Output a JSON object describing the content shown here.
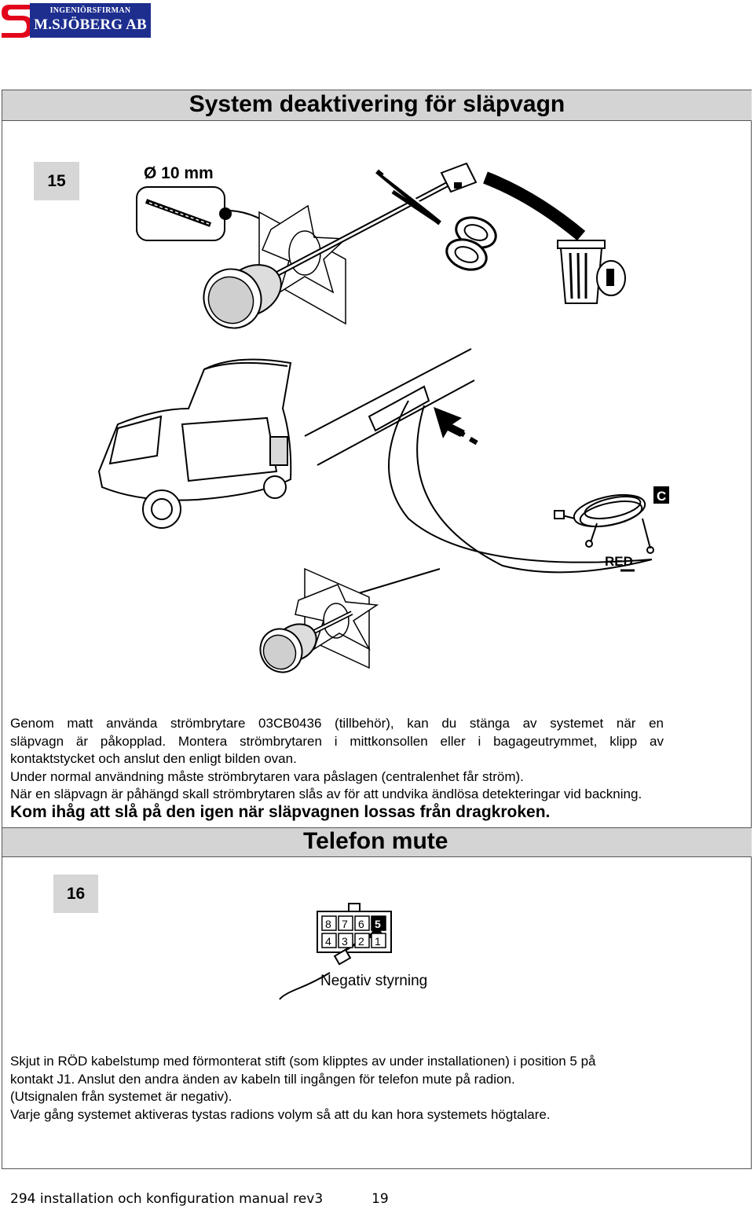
{
  "logo": {
    "line1": "INGENIÖRSFIRMAN",
    "line2": "M.SJÖBERG AB",
    "brand_red": "#e3051b",
    "brand_blue": "#1d2e8f"
  },
  "section1": {
    "title": "System deaktivering för släpvagn",
    "step": "15",
    "drill_label": "Ø 10 mm",
    "kit_letter": "C",
    "wire_label": "RED",
    "text_lines": [
      "Genom matt använda strömbrytare 03CB0436 (tillbehör), kan du stänga av systemet när en",
      "släpvagn är påkopplad. Montera strömbrytaren i mittkonsollen eller i bagageutrymmet, klipp av",
      "kontaktstycket och anslut den enligt bilden ovan.",
      "Under normal användning måste strömbrytaren vara påslagen (centralenhet får ström).",
      "När en släpvagn är påhängd skall strömbrytaren slås av för att undvika ändlösa detekteringar vid backning."
    ],
    "note": "Kom ihåg att slå på den igen när släpvagnen lossas från dragkroken."
  },
  "section2": {
    "title": "Telefon mute",
    "step": "16",
    "pins_top": [
      "8",
      "7",
      "6",
      "5"
    ],
    "pins_bottom": [
      "4",
      "3",
      "2",
      "1"
    ],
    "wire_label": "Negativ styrning",
    "text_lines": [
      "Skjut in RÖD kabelstump med förmonterat stift (som klipptes av under installationen) i position 5 på",
      "kontakt J1. Anslut den andra änden av kabeln till ingången för telefon mute på radion.",
      "(Utsignalen från systemet är negativ).",
      "Varje gång systemet aktiveras tystas radions volym så att du kan hora systemets högtalare."
    ]
  },
  "footer": {
    "doc": "294 installation och konfiguration manual rev3",
    "page": "19"
  }
}
